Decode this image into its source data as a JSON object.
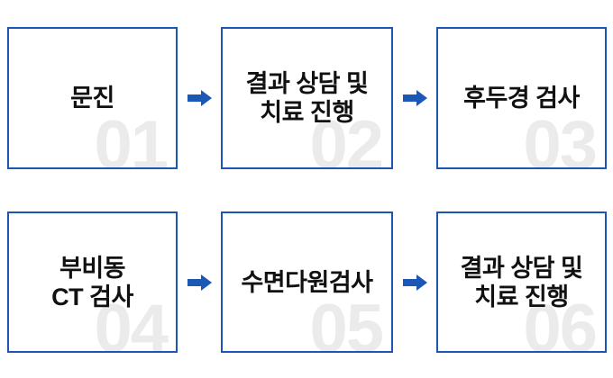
{
  "colors": {
    "border": "#1d56b2",
    "arrow": "#1b57b5",
    "number": "#ebebeb",
    "text": "#111111",
    "background": "#ffffff"
  },
  "flow": {
    "rows": [
      {
        "steps": [
          {
            "number": "01",
            "label": "문진"
          },
          {
            "number": "02",
            "label": "결과 상담 및\n치료 진행"
          },
          {
            "number": "03",
            "label": "후두경 검사"
          }
        ]
      },
      {
        "steps": [
          {
            "number": "04",
            "label": "부비동\nCT 검사"
          },
          {
            "number": "05",
            "label": "수면다원검사"
          },
          {
            "number": "06",
            "label": "결과 상담 및\n치료 진행"
          }
        ]
      }
    ]
  }
}
